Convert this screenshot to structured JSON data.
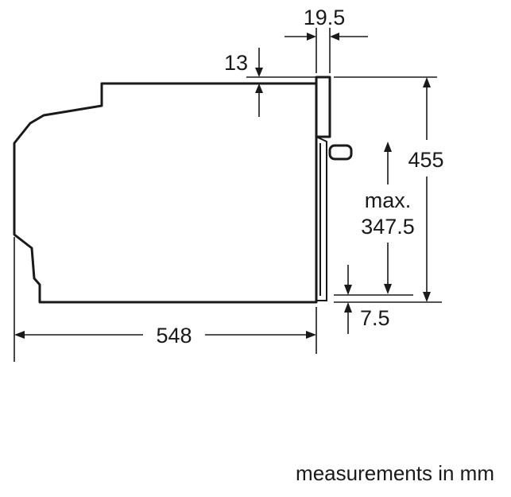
{
  "dimensions": {
    "width_trim": "19.5",
    "top_gap": "13",
    "height_total": "455",
    "height_max_line1": "max.",
    "height_max_line2": "347.5",
    "bottom_gap": "7.5",
    "depth": "548"
  },
  "caption": "measurements in mm",
  "colors": {
    "line": "#1a1a1a",
    "background": "#ffffff"
  }
}
